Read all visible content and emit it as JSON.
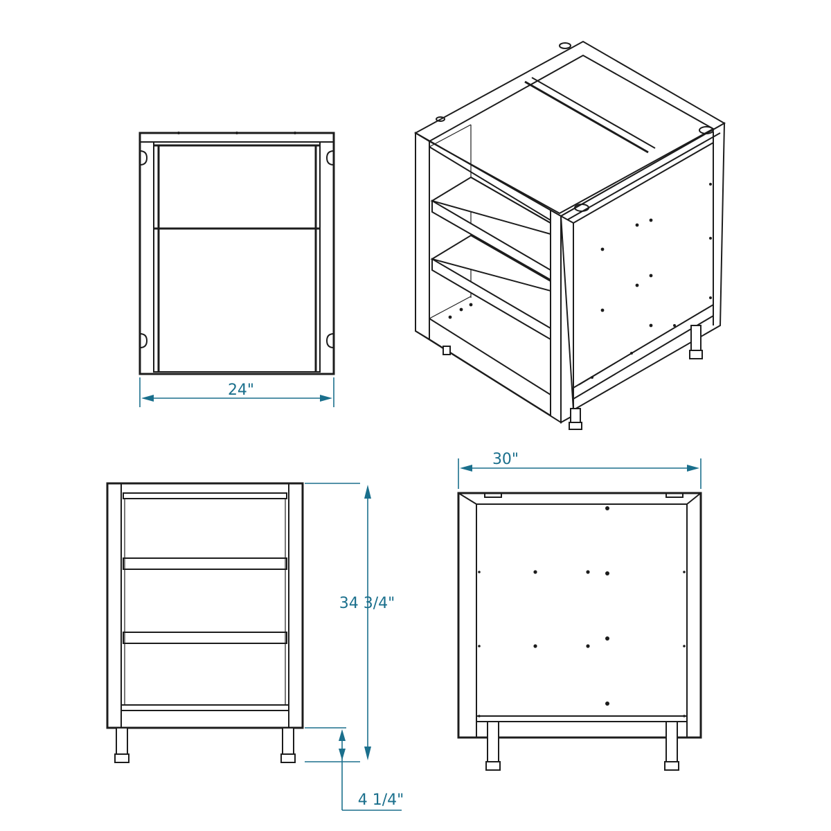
{
  "dimensions": {
    "width": "24\"",
    "depth": "30\"",
    "height": "34 3/4\"",
    "leg_height": "4 1/4\""
  },
  "colors": {
    "dimension": "#1a6f8c",
    "outline": "#1c1c1c"
  }
}
